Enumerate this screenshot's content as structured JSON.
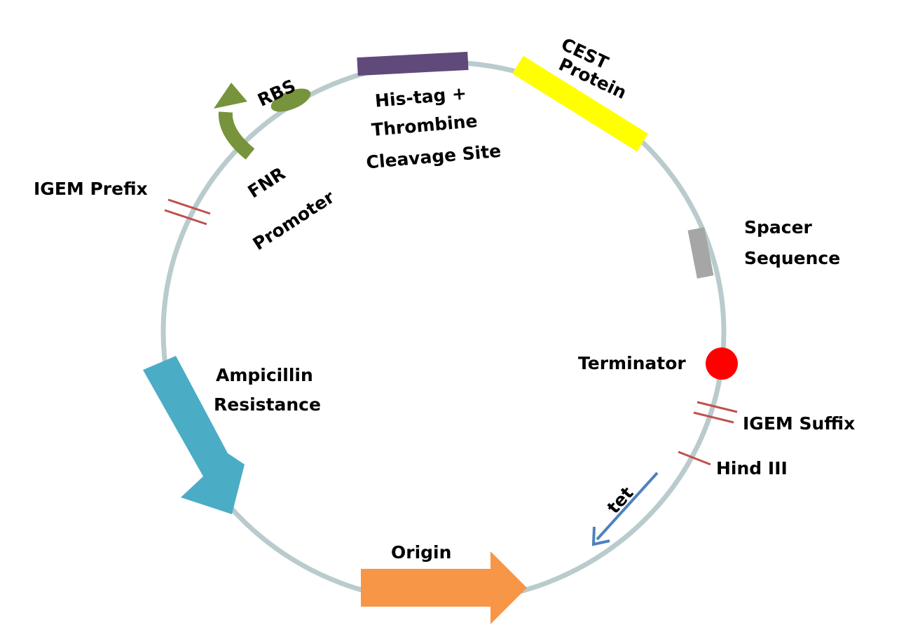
{
  "diagram": {
    "colors": {
      "backbone": "#b9cbcd",
      "prefix_suffix_marks": "#c0504d",
      "promoter": "#77933c",
      "rbs": "#77933c",
      "his_tag": "#604a7b",
      "cest_protein": "#ffff00",
      "spacer": "#a6a6a6",
      "terminator": "#ff0000",
      "hind_iii_mark": "#c0504d",
      "tet": "#4f81bd",
      "origin": "#f79646",
      "ampicillin": "#4bacc6"
    },
    "labels": {
      "rbs": "RBS",
      "fnr": "FNR",
      "promoter": "Promoter",
      "his_line1": "His-tag +",
      "his_line2": "Thrombine",
      "his_line3": "Cleavage Site",
      "cest_line1": "CEST",
      "cest_line2": "Protein",
      "igem_prefix": "IGEM Prefix",
      "spacer_line1": "Spacer",
      "spacer_line2": "Sequence",
      "terminator": "Terminator",
      "igem_suffix": "IGEM Suffix",
      "hind_iii": "Hind III",
      "tet": "tet",
      "amp_line1": "Ampicillin",
      "amp_line2": "Resistance",
      "origin": "Origin"
    }
  }
}
